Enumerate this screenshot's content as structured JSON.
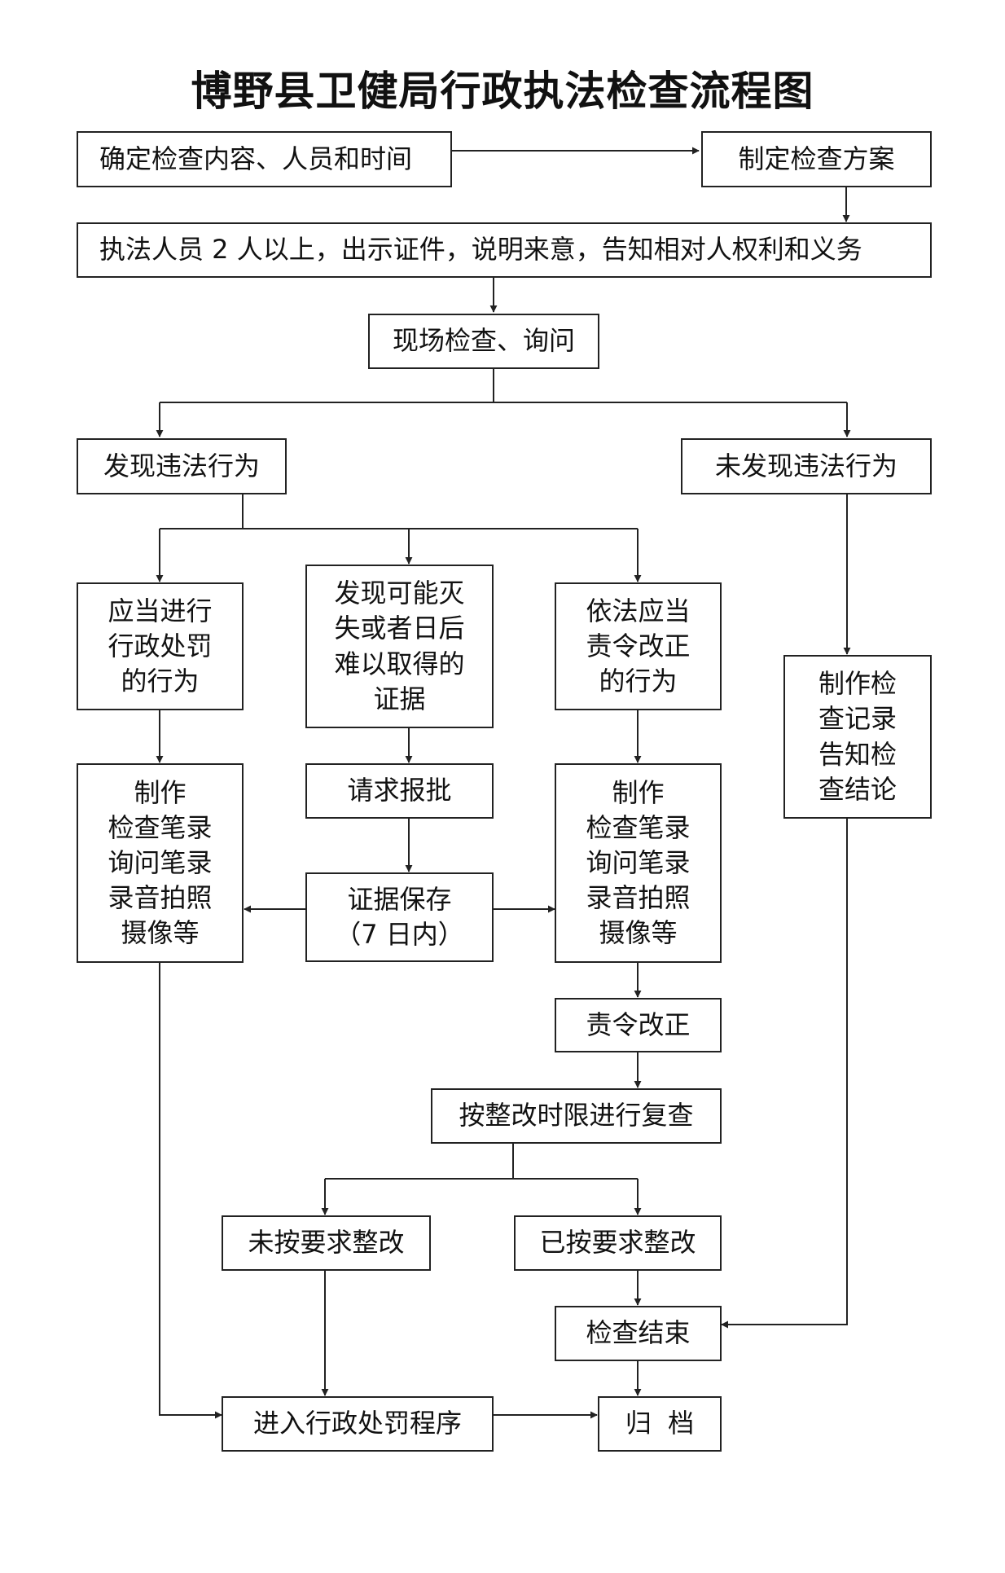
{
  "title": "博野县卫健局行政执法检查流程图",
  "nodes": {
    "determine": "确定检查内容、人员和时间",
    "plan": "制定检查方案",
    "officers": "执法人员 2 人以上，出示证件，说明来意，告知相对人权利和义务",
    "onsite": "现场检查、询问",
    "found": "发现违法行为",
    "not_found": "未发现违法行为",
    "penalty_behavior": "应当进行\n行政处罚\n的行为",
    "evidence_risk": "发现可能灭\n失或者日后\n难以取得的\n证据",
    "correction_behavior": "依法应当\n责令改正\n的行为",
    "record_conclusion": "制作检\n查记录\n告知检\n查结论",
    "records_left": "制作\n检查笔录\n询问笔录\n录音拍照\n摄像等",
    "request_approval": "请求报批",
    "evidence_preserve": "证据保存\n（7 日内）",
    "records_right": "制作\n检查笔录\n询问笔录\n录音拍照\n摄像等",
    "order_correction": "责令改正",
    "reinspect": "按整改时限进行复查",
    "not_corrected": "未按要求整改",
    "corrected": "已按要求整改",
    "inspection_end": "检查结束",
    "penalty_procedure": "进入行政处罚程序",
    "archive": "归  档"
  }
}
